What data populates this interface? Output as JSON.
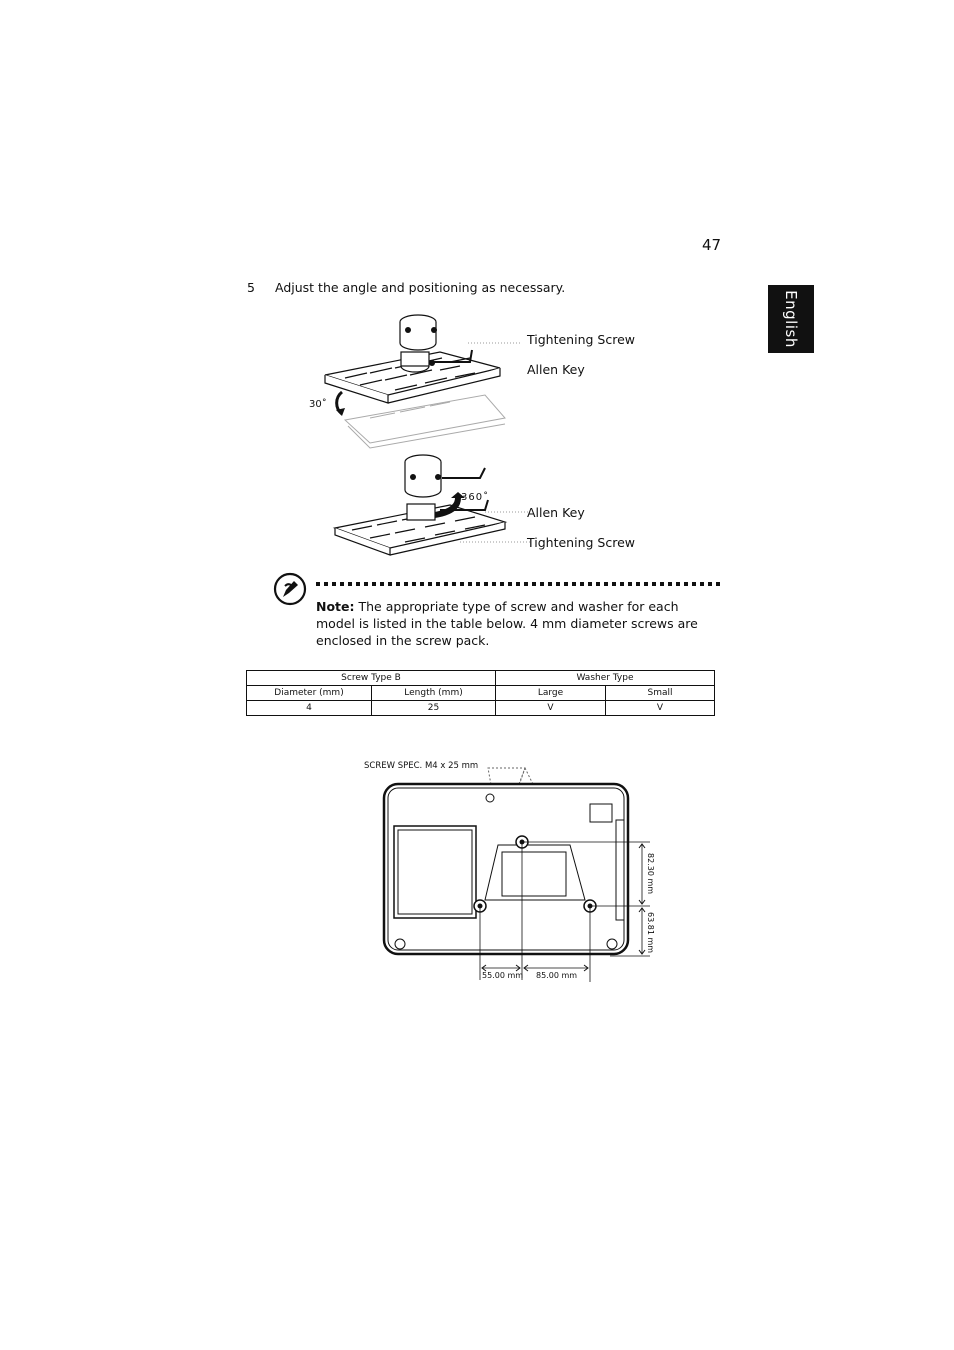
{
  "page": {
    "number": "47",
    "language_tab": "English"
  },
  "step": {
    "number": "5",
    "text": "Adjust the angle and positioning as necessary."
  },
  "figure_top": {
    "labels": {
      "tightening_screw": "Tightening Screw",
      "allen_key": "Allen Key",
      "angle": "30˚"
    }
  },
  "figure_bottom": {
    "labels": {
      "allen_key": "Allen Key",
      "tightening_screw": "Tightening Screw",
      "rotation": "360˚"
    }
  },
  "note": {
    "heading": "Note:",
    "body": "The appropriate type of screw and washer for each model is listed in the table below. 4 mm diameter screws are enclosed in the screw pack."
  },
  "table": {
    "group_headers": [
      "Screw Type B",
      "Washer Type"
    ],
    "columns": [
      "Diameter (mm)",
      "Length (mm)",
      "Large",
      "Small"
    ],
    "rows": [
      [
        "4",
        "25",
        "V",
        "V"
      ]
    ]
  },
  "projector_diagram": {
    "screw_spec": "SCREW SPEC. M4 x 25 mm",
    "dimensions": {
      "d1": "82.30 mm",
      "d2": "63.81 mm",
      "d3": "55.00 mm",
      "d4": "85.00 mm"
    }
  }
}
